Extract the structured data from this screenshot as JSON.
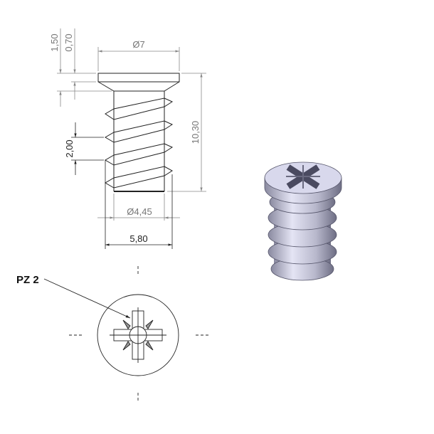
{
  "dimensions": {
    "head_diameter": "Ø7",
    "head_height": "1,50",
    "countersink_height": "0,70",
    "total_length": "10,30",
    "thread_pitch": "2,00",
    "core_diameter": "Ø4,45",
    "thread_diameter": "5,80"
  },
  "drive_label": "PZ 2",
  "colors": {
    "line": "#222222",
    "dimension": "#888888",
    "render": "#c8c8e0"
  }
}
